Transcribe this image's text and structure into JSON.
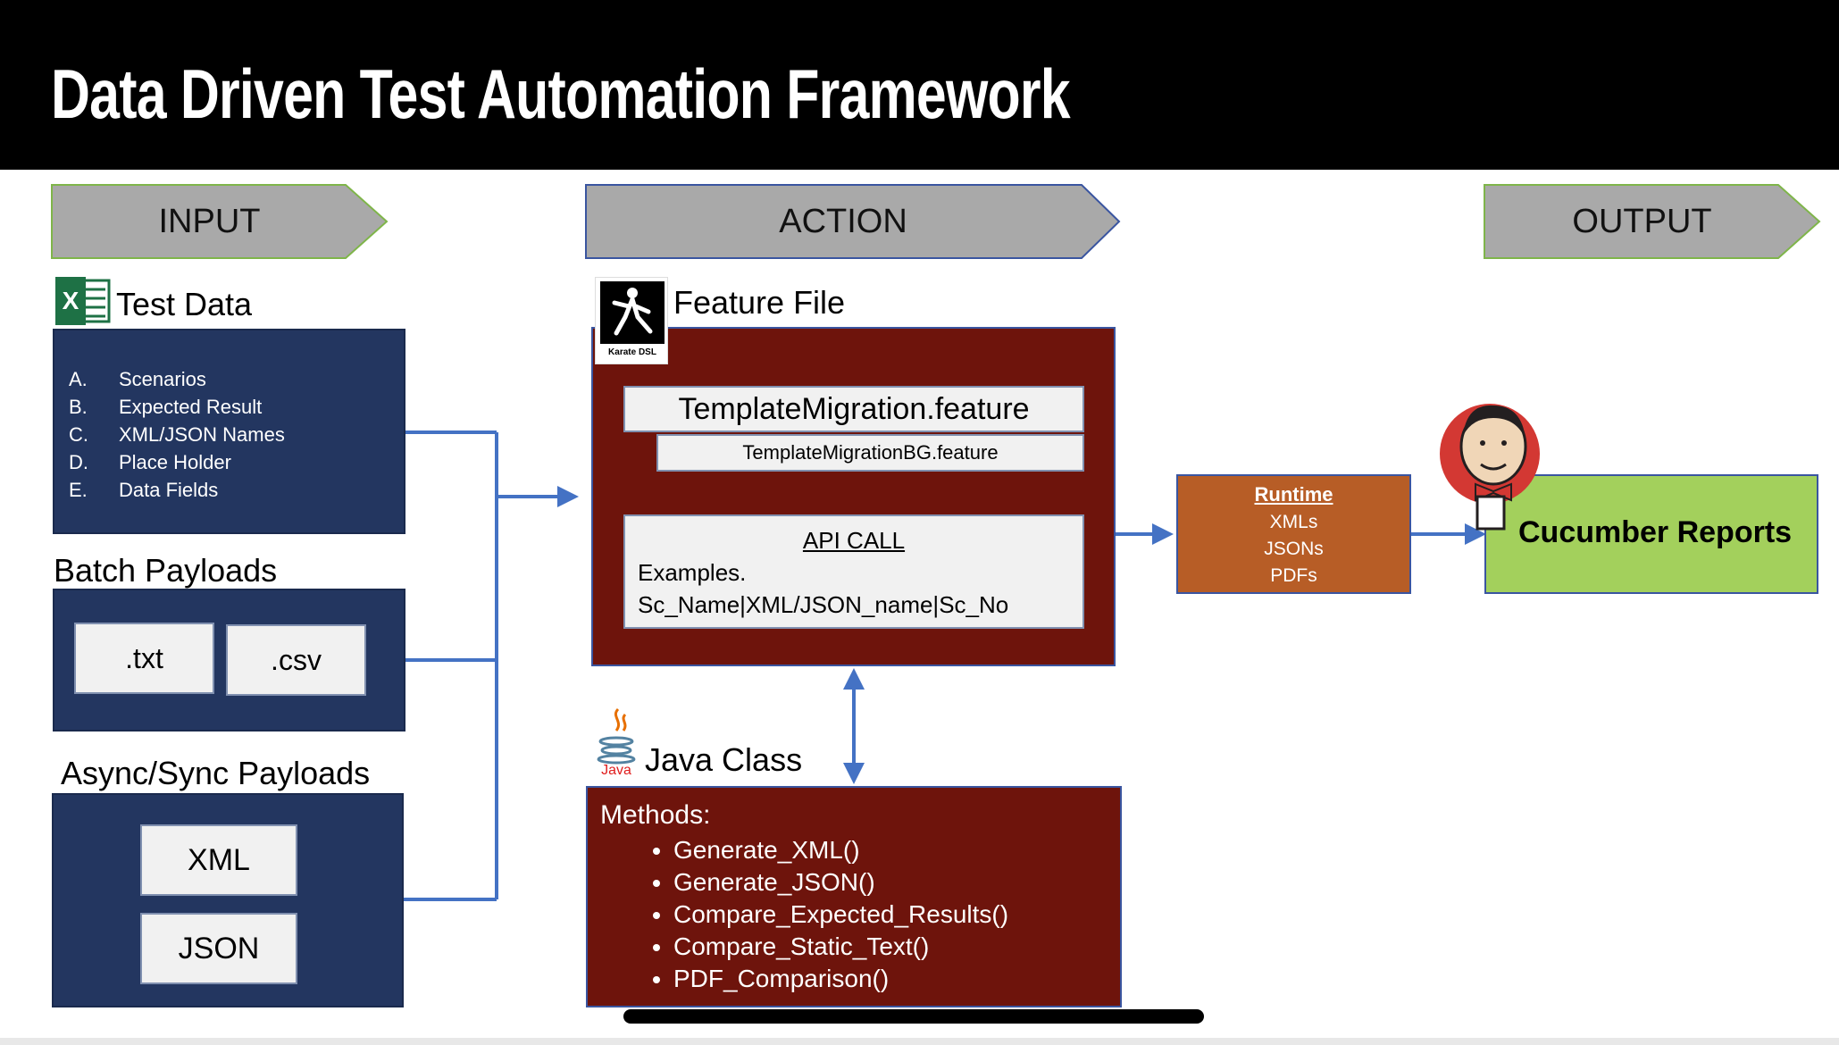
{
  "title": "Data Driven Test Automation Framework",
  "headers": {
    "input": "INPUT",
    "action": "ACTION",
    "output": "OUTPUT"
  },
  "input": {
    "test_data": {
      "label": "Test Data",
      "icon": "excel-icon",
      "icon_letter": "X",
      "items": [
        {
          "letter": "A.",
          "text": "Scenarios"
        },
        {
          "letter": "B.",
          "text": "Expected Result"
        },
        {
          "letter": "C.",
          "text": "XML/JSON Names"
        },
        {
          "letter": "D.",
          "text": "Place Holder"
        },
        {
          "letter": "E.",
          "text": "Data Fields"
        }
      ]
    },
    "batch": {
      "label": "Batch Payloads",
      "items": [
        ".txt",
        ".csv"
      ]
    },
    "async": {
      "label": "Async/Sync Payloads",
      "items": [
        "XML",
        "JSON"
      ]
    }
  },
  "action": {
    "feature": {
      "label": "Feature File",
      "logo_caption": "Karate DSL",
      "main_file": "TemplateMigration.feature",
      "bg_file": "TemplateMigrationBG.feature",
      "api_title": "API CALL",
      "api_line1": "Examples.",
      "api_line2": "Sc_Name|XML/JSON_name|Sc_No"
    },
    "java": {
      "label": "Java Class",
      "logo_caption": "Java",
      "methods_title": "Methods:",
      "methods": [
        "Generate_XML()",
        "Generate_JSON()",
        "Compare_Expected_Results()",
        "Compare_Static_Text()",
        "PDF_Comparison()"
      ]
    }
  },
  "runtime": {
    "title": "Runtime",
    "items": [
      "XMLs",
      "JSONs",
      "PDFs"
    ]
  },
  "output": {
    "report": "Cucumber Reports",
    "icon": "jenkins-icon"
  },
  "colors": {
    "navy": "#233660",
    "maroon": "#6e140c",
    "orange": "#b75d26",
    "green": "#a3d05c",
    "header_gray": "#a9a9a9",
    "connector": "#4472c4"
  }
}
